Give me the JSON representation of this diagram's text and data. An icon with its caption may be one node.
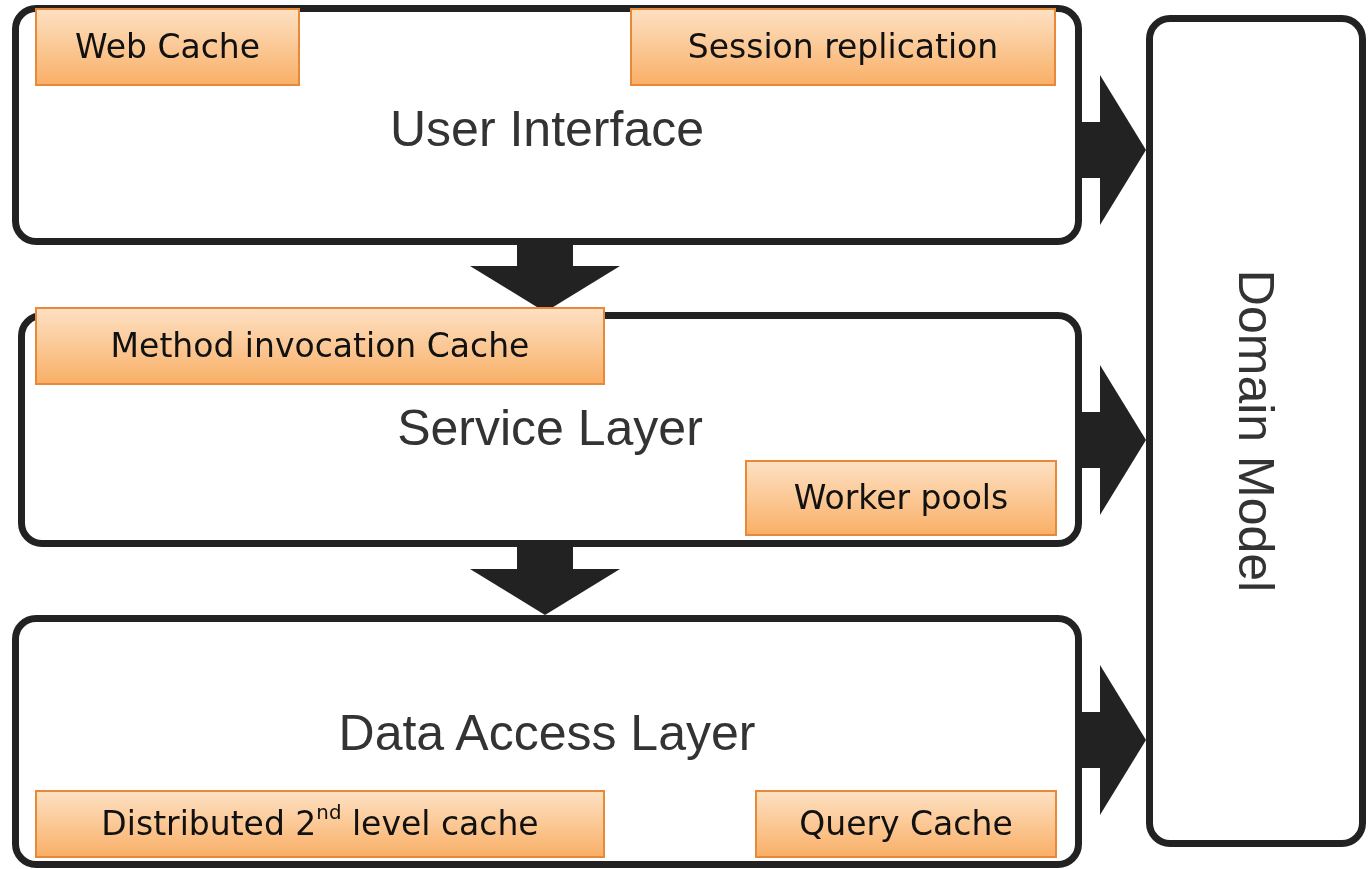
{
  "diagram": {
    "nodes": [
      {
        "text": [
          "User Interface"
        ]
      },
      {
        "text": [
          "Web Cache"
        ],
        "in": 0
      },
      {
        "text": [
          "Session replication"
        ],
        "in": 0
      },
      {
        "text": [
          "Service Layer"
        ]
      },
      {
        "text": [
          "Method invocation Cache"
        ],
        "in": 3
      },
      {
        "text": [
          "Worker pools"
        ],
        "in": 3
      },
      {
        "text": [
          "Data Access Layer"
        ]
      },
      {
        "text": [
          "Distributed 2$^{nd}$ level cache"
        ],
        "in": 6
      },
      {
        "text": [
          "Query Cache"
        ],
        "in": 6
      },
      {
        "text": [
          "Domain Model"
        ]
      }
    ],
    "edges": [
      {
        "from": 0,
        "to": 3,
        "arrow": "to"
      },
      {
        "from": 3,
        "to": 6,
        "arrow": "to"
      },
      {
        "from": 0,
        "to": 9,
        "arrow": "to"
      },
      {
        "from": 3,
        "to": 9,
        "arrow": "to"
      },
      {
        "from": 6,
        "to": 9,
        "arrow": "to"
      }
    ]
  }
}
